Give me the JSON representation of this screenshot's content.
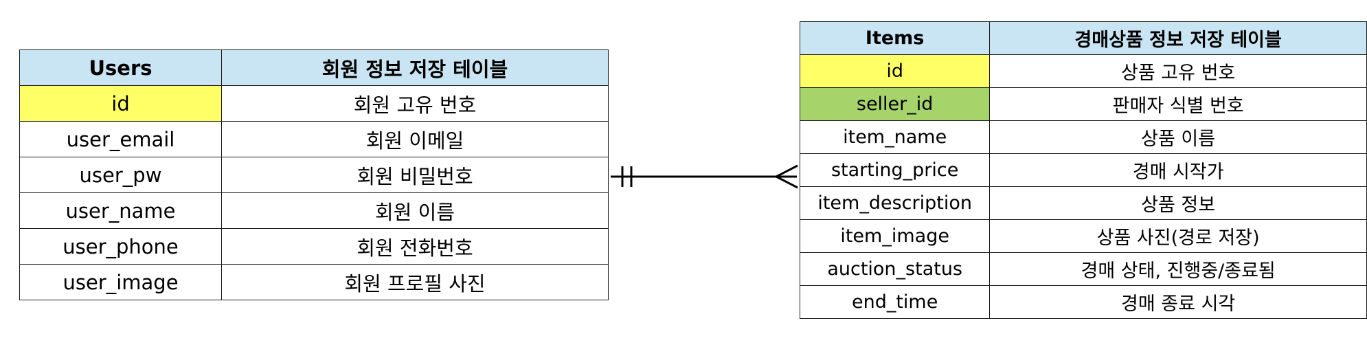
{
  "users": {
    "name": "Users",
    "description": "회원 정보 저장 테이블",
    "rows": [
      {
        "field": "id",
        "desc": "회원 고유 번호",
        "key": "pk"
      },
      {
        "field": "user_email",
        "desc": "회원 이메일",
        "key": ""
      },
      {
        "field": "user_pw",
        "desc": "회원 비밀번호",
        "key": ""
      },
      {
        "field": "user_name",
        "desc": "회원 이름",
        "key": ""
      },
      {
        "field": "user_phone",
        "desc": "회원 전화번호",
        "key": ""
      },
      {
        "field": "user_image",
        "desc": "회원 프로필 사진",
        "key": ""
      }
    ]
  },
  "items": {
    "name": "Items",
    "description": "경매상품 정보 저장 테이블",
    "rows": [
      {
        "field": "id",
        "desc": "상품 고유 번호",
        "key": "pk"
      },
      {
        "field": "seller_id",
        "desc": "판매자 식별 번호",
        "key": "fk"
      },
      {
        "field": "item_name",
        "desc": "상품 이름",
        "key": ""
      },
      {
        "field": "starting_price",
        "desc": "경매 시작가",
        "key": ""
      },
      {
        "field": "item_description",
        "desc": "상품 정보",
        "key": ""
      },
      {
        "field": "item_image",
        "desc": "상품 사진(경로 저장)",
        "key": ""
      },
      {
        "field": "auction_status",
        "desc": "경매 상태, 진행중/종료됨",
        "key": ""
      },
      {
        "field": "end_time",
        "desc": "경매 종료 시각",
        "key": ""
      }
    ]
  },
  "relationship": {
    "from": "Users",
    "to": "Items",
    "from_cardinality": "exactly-one",
    "to_cardinality": "many"
  },
  "colors": {
    "header": "#c9e4f2",
    "primary_key": "#ffff66",
    "foreign_key": "#a6d36a",
    "border": "#1a1a1a"
  }
}
